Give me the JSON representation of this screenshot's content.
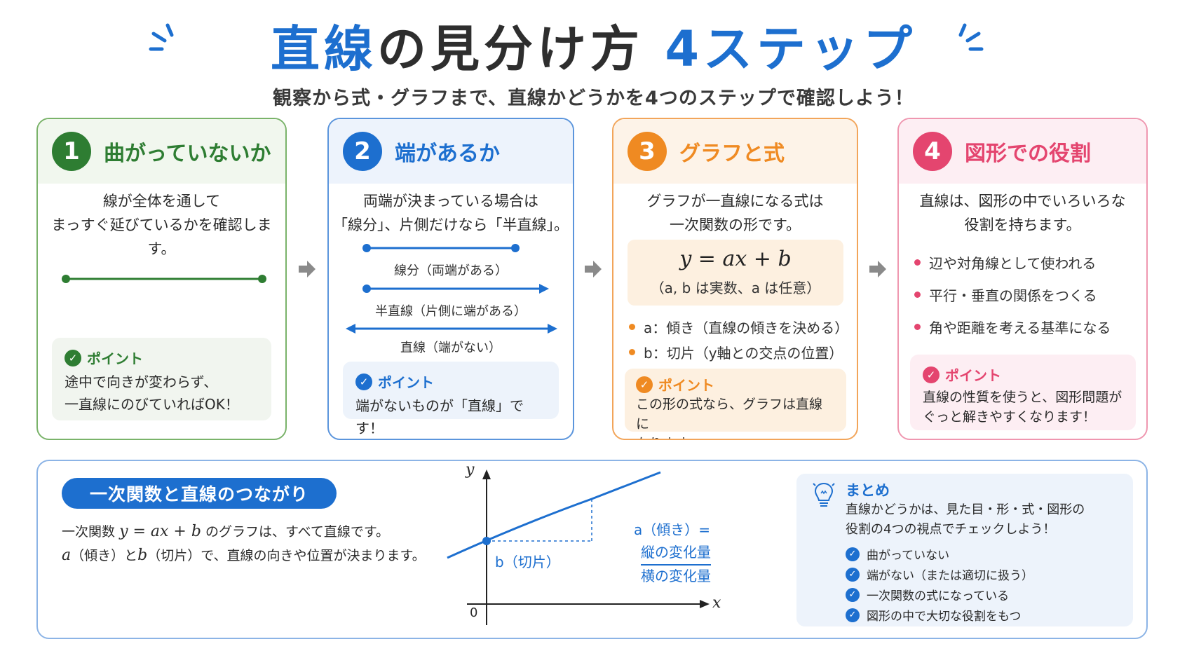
{
  "title": {
    "blue1": "直線",
    "black": "の見分け方",
    "blue2": "4ステップ"
  },
  "subtitle": "観察から式・グラフまで、直線かどうかを4つのステップで確認しよう！",
  "steps": [
    {
      "number": "1",
      "title": "曲がっていないか",
      "desc1": "線が全体を通して",
      "desc2": "まっすぐ延びているかを確認します。",
      "point_label": "ポイント",
      "point1": "途中で向きが変わらず、",
      "point2": "一直線にのびていればOK！"
    },
    {
      "number": "2",
      "title": "端があるか",
      "desc1": "両端が決まっている場合は",
      "desc2": "「線分」、片側だけなら「半直線」。",
      "line_labels": [
        "線分（両端がある）",
        "半直線（片側に端がある）",
        "直線（端がない）"
      ],
      "point_label": "ポイント",
      "point1": "端がないものが「直線」です！"
    },
    {
      "number": "3",
      "title": "グラフと式",
      "desc1": "グラフが一直線になる式は",
      "desc2": "一次関数の形です。",
      "formula": "y = ax + b",
      "formula_note": "（a, b は実数、a は任意）",
      "bullets": [
        "a：傾き（直線の傾きを決める）",
        "b：切片（y軸との交点の位置）"
      ],
      "point_label": "ポイント",
      "point1": "この形の式なら、グラフは直線に",
      "point2": "なります。"
    },
    {
      "number": "4",
      "title": "図形での役割",
      "desc1": "直線は、図形の中でいろいろな",
      "desc2": "役割を持ちます。",
      "bullets": [
        "辺や対角線として使われる",
        "平行・垂直の関係をつくる",
        "角や距離を考える基準になる"
      ],
      "point_label": "ポイント",
      "point1": "直線の性質を使うと、図形問題が",
      "point2": "ぐっと解きやすくなります！"
    }
  ],
  "bottom": {
    "pill": "一次関数と直線のつながり",
    "line1_pre": "一次関数",
    "line1_formula": "y = ax + b",
    "line1_post": "のグラフは、すべて直線です。",
    "line2_a": "a",
    "line2_mid": "（傾き）と",
    "line2_b": "b",
    "line2_post": "（切片）で、直線の向きや位置が決まります。",
    "graph": {
      "y_axis": "y",
      "x_axis": "x",
      "origin": "0",
      "intercept_label": "b（切片）",
      "slope_label": "a（傾き）=",
      "slope_num": "縦の変化量",
      "slope_den": "横の変化量"
    },
    "summary": {
      "heading": "まとめ",
      "text1": "直線かどうかは、見た目・形・式・図形の",
      "text2": "役割の4つの視点でチェックしよう！",
      "checks": [
        "曲がっていない",
        "端がない（または適切に扱う）",
        "一次関数の式になっている",
        "図形の中で大切な役割をもつ"
      ]
    }
  },
  "colors": {
    "green": "#2e7d32",
    "blue": "#1d6fcf",
    "orange": "#ef8a22",
    "pink": "#e4456f"
  },
  "icons": [
    "sparkle-left-icon",
    "sparkle-right-icon",
    "check-circle-icon",
    "arrow-right-icon",
    "lightbulb-icon"
  ]
}
